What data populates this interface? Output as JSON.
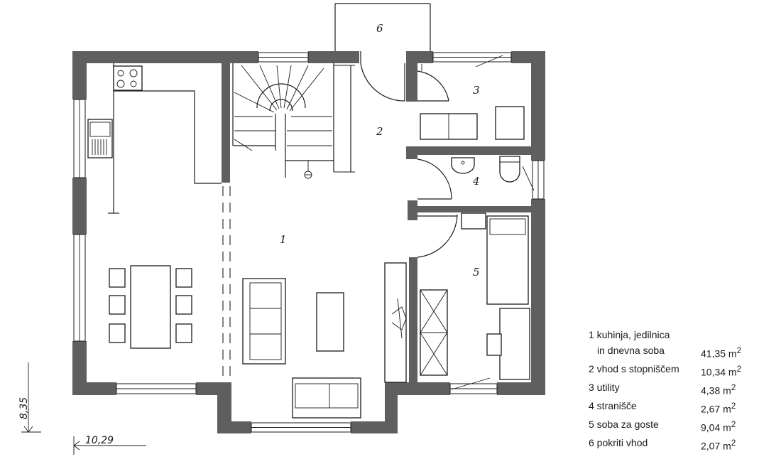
{
  "rooms": [
    {
      "number": "1"
    },
    {
      "number": "2"
    },
    {
      "number": "3"
    },
    {
      "number": "4"
    },
    {
      "number": "5"
    },
    {
      "number": "6"
    }
  ],
  "dimensions": {
    "depth": "8,35",
    "width": "10,29"
  },
  "legend": [
    {
      "line1": "1 kuhinja, jedilnica",
      "line2": "in dnevna soba",
      "area": "41,35 m",
      "unit_sup": "2"
    },
    {
      "line1": "2 vhod s stopniščem",
      "area": "10,34 m",
      "unit_sup": "2"
    },
    {
      "line1": "3 utility",
      "area": "4,38 m",
      "unit_sup": "2"
    },
    {
      "line1": "4 stranišče",
      "area": "2,67 m",
      "unit_sup": "2"
    },
    {
      "line1": "5 soba za goste",
      "area": "9,04 m",
      "unit_sup": "2"
    },
    {
      "line1": "6 pokriti vhod",
      "area": "2,07 m",
      "unit_sup": "2"
    }
  ],
  "colors": {
    "wall": "#5f5f5f",
    "line": "#1a1a1a",
    "background": "#ffffff"
  }
}
